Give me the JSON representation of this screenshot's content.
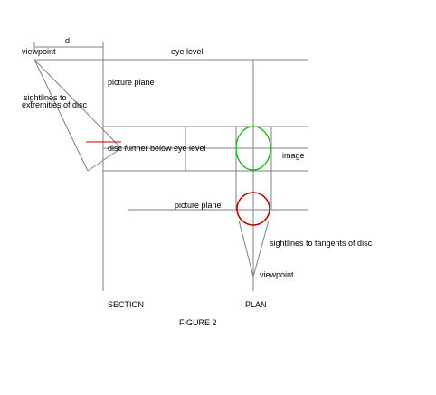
{
  "labels": {
    "dimension": "d",
    "viewpoint_left": "viewpoint",
    "eye_level": "eye level",
    "picture_plane_section": "picture plane",
    "sightlines_extremities_line1": "sightlines to",
    "sightlines_extremities_line2": "extremities of disc",
    "disc_below_eye_level": "disc further below eye level",
    "image": "image",
    "picture_plane_plan": "picture plane",
    "sightlines_tangents": "sightlines to tangents of disc",
    "viewpoint_plan": "viewpoint",
    "section": "SECTION",
    "plan": "PLAN",
    "figure_caption": "FIGURE 2"
  },
  "colors": {
    "line": "#808080",
    "image_circle": "#00c000",
    "disc_circle": "#c00000",
    "disc_section": "#c00000",
    "text": "#000000"
  }
}
